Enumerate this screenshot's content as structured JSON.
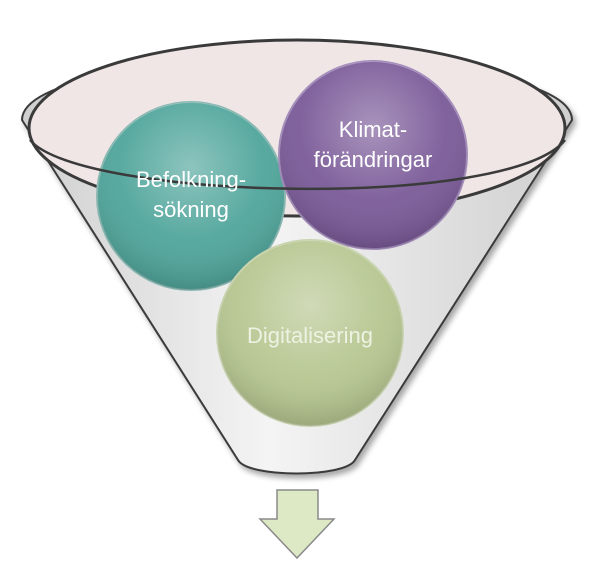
{
  "diagram": {
    "type": "funnel",
    "items": [
      {
        "id": "befolkning",
        "lines": [
          "Befolkning-",
          "sökning"
        ],
        "color": "#4fa59b",
        "text_color": "#ffffff"
      },
      {
        "id": "klimat",
        "lines": [
          "Klimat-",
          "förändringar"
        ],
        "color": "#7a5a98",
        "text_color": "#ffffff"
      },
      {
        "id": "digital",
        "lines": [
          "Digitalisering"
        ],
        "color": "#b6c690",
        "text_color": "#eef2e2"
      }
    ],
    "colors": {
      "funnel_fill": "#ececec",
      "funnel_stroke": "#3a3a3a",
      "rim_fill": "#f1e6e6",
      "arrow_fill": "#dde8c4",
      "arrow_stroke": "#8a8a8a"
    }
  }
}
